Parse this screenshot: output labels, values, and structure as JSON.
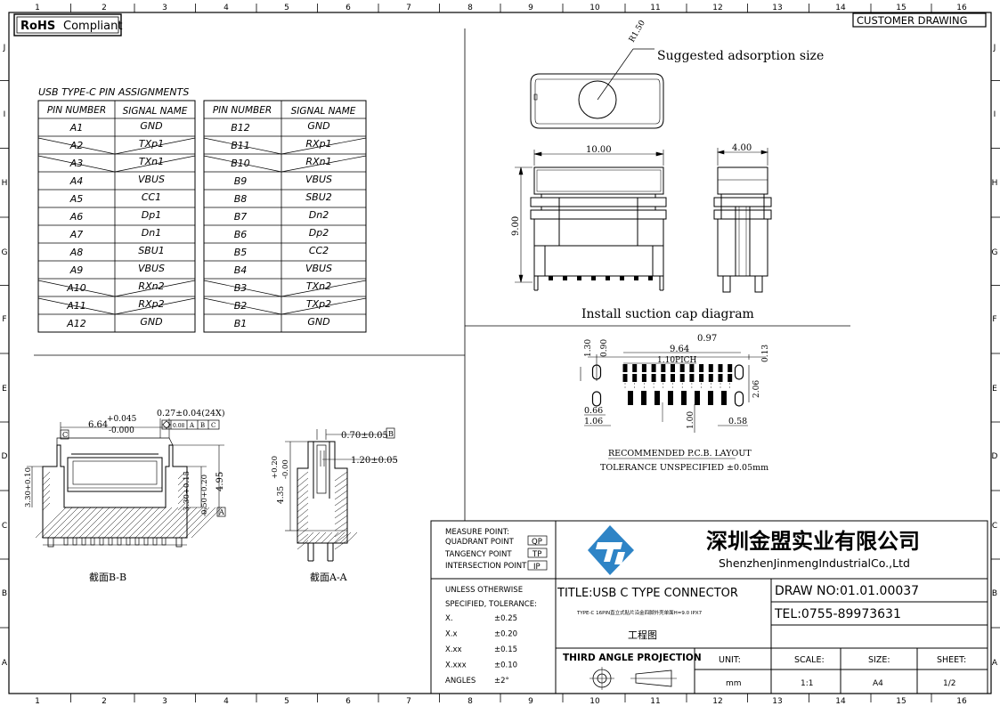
{
  "header": {
    "rohs": "RoHS",
    "compliant": "Compliant",
    "customer": "CUSTOMER DRAWING"
  },
  "frame": {
    "cols": [
      "1",
      "2",
      "3",
      "4",
      "5",
      "6",
      "7",
      "8",
      "9",
      "10",
      "11",
      "12",
      "13",
      "14",
      "15",
      "16"
    ],
    "rows": [
      "J",
      "I",
      "H",
      "G",
      "F",
      "E",
      "D",
      "C",
      "B",
      "A"
    ]
  },
  "pin_table": {
    "title": "USB TYPE-C PIN ASSIGNMENTS",
    "col_pin": "PIN NUMBER",
    "col_sig": "SIGNAL NAME",
    "left": [
      {
        "pin": "A1",
        "sig": "GND",
        "nc": false
      },
      {
        "pin": "A2",
        "sig": "TXp1",
        "nc": true
      },
      {
        "pin": "A3",
        "sig": "TXn1",
        "nc": true
      },
      {
        "pin": "A4",
        "sig": "VBUS",
        "nc": false
      },
      {
        "pin": "A5",
        "sig": "CC1",
        "nc": false
      },
      {
        "pin": "A6",
        "sig": "Dp1",
        "nc": false
      },
      {
        "pin": "A7",
        "sig": "Dn1",
        "nc": false
      },
      {
        "pin": "A8",
        "sig": "SBU1",
        "nc": false
      },
      {
        "pin": "A9",
        "sig": "VBUS",
        "nc": false
      },
      {
        "pin": "A10",
        "sig": "RXn2",
        "nc": true
      },
      {
        "pin": "A11",
        "sig": "RXp2",
        "nc": true
      },
      {
        "pin": "A12",
        "sig": "GND",
        "nc": false
      }
    ],
    "right": [
      {
        "pin": "B12",
        "sig": "GND",
        "nc": false
      },
      {
        "pin": "B11",
        "sig": "RXp1",
        "nc": true
      },
      {
        "pin": "B10",
        "sig": "RXn1",
        "nc": true
      },
      {
        "pin": "B9",
        "sig": "VBUS",
        "nc": false
      },
      {
        "pin": "B8",
        "sig": "SBU2",
        "nc": false
      },
      {
        "pin": "B7",
        "sig": "Dn2",
        "nc": false
      },
      {
        "pin": "B6",
        "sig": "Dp2",
        "nc": false
      },
      {
        "pin": "B5",
        "sig": "CC2",
        "nc": false
      },
      {
        "pin": "B4",
        "sig": "VBUS",
        "nc": false
      },
      {
        "pin": "B3",
        "sig": "TXn2",
        "nc": true
      },
      {
        "pin": "B2",
        "sig": "TXp2",
        "nc": true
      },
      {
        "pin": "B1",
        "sig": "GND",
        "nc": false
      }
    ]
  },
  "top_view": {
    "radius": "R1.50",
    "suggested": "Suggested adsorption size",
    "width": "10.00",
    "height": "9.00",
    "side_width": "4.00",
    "caption": "Install suction cap diagram"
  },
  "pcb": {
    "d130": "1.30",
    "d090": "0.90",
    "d964": "9.64",
    "d097": "0.97",
    "d013": "0.13",
    "pitch": "1.10PICH",
    "d206": "2.06",
    "d066": "0.66",
    "d106": "1.06",
    "d100": "1.00",
    "d058": "0.58",
    "caption1": "RECOMMENDED  P.C.B.  LAYOUT",
    "caption2": "TOLERANCE UNSPECIFIED ±0.05mm"
  },
  "section_bb": {
    "d664": "6.64",
    "tol_up": "+0.045",
    "tol_dn": "-0.000",
    "d027": "0.27±0.04(24X)",
    "fcf_val": "0.08",
    "fcf_a": "A",
    "fcf_b": "B",
    "fcf_c": "C",
    "datum_c": "C",
    "datum_a": "A",
    "d330a": "3.30+0.10",
    "d330b": "3.30+0.15",
    "d050": "0.50+0.20",
    "d495": "4.95",
    "caption": "截面B-B"
  },
  "section_aa": {
    "d070": "0.70±0.05",
    "datum_b": "B",
    "d120": "1.20±0.05",
    "d435": "4.35",
    "tol_up": "+0.20",
    "tol_dn": "-0.00",
    "caption": "截面A-A"
  },
  "title_block": {
    "mp1": "MEASURE POINT:",
    "mp2": "QUADRANT POINT",
    "mp2v": "QP",
    "mp3": "TANGENCY POINT",
    "mp3v": "TP",
    "mp4": "INTERSECTION POINT",
    "mp4v": "IP",
    "company_cn": "深圳金盟实业有限公司",
    "company_en": "ShenzhenJinmengIndustrialCo.,Ltd",
    "tol_head1": "UNLESS OTHERWISE",
    "tol_head2": "SPECIFIED, TOLERANCE:",
    "tol": [
      {
        "k": "X.",
        "v": "±0.25"
      },
      {
        "k": "X.x",
        "v": "±0.20"
      },
      {
        "k": "X.xx",
        "v": "±0.15"
      },
      {
        "k": "X.xxx",
        "v": "±0.10"
      },
      {
        "k": "ANGLES",
        "v": "±2°"
      }
    ],
    "title": "TITLE:USB C TYPE CONNECTOR",
    "subtitle": "TYPE-C 16PIN直立式贴片沿金四脚外壳单面H=9.0 IPX7",
    "eng": "工程图",
    "draw_no": "DRAW NO:01.01.00037",
    "tel": "TEL:0755-89973631",
    "projection": "THIRD ANGLE PROJECTION",
    "unit_h": "UNIT:",
    "unit_v": "mm",
    "scale_h": "SCALE:",
    "scale_v": "1:1",
    "size_h": "SIZE:",
    "size_v": "A4",
    "sheet_h": "SHEET:",
    "sheet_v": "1/2"
  }
}
